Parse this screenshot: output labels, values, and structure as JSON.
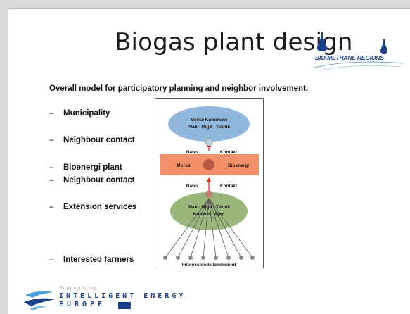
{
  "slide": {
    "title": "Biogas plant design",
    "logo_text": "BIO-METHANE REGIONS",
    "subtitle": "Overall model for participatory planning and neighbor involvement."
  },
  "list_items": [
    {
      "dash": "–",
      "label": "Municipality"
    },
    {
      "dash": "–",
      "label": "Neighbour contact"
    },
    {
      "dash": "–",
      "label": "Bioenergi plant"
    },
    {
      "dash": "–",
      "label": "Neighbour contact"
    },
    {
      "dash": "–",
      "label": "Extension services"
    },
    {
      "dash": "–",
      "label": "Interested farmers"
    }
  ],
  "diagram": {
    "top_ellipse_line1": "Morsø Kommune",
    "top_ellipse_line2": "Plan · Miljø · Teknik",
    "nabo_kontakt_1_left": "Nabo",
    "nabo_kontakt_1_right": "Kontakt",
    "plant_left": "Morsø",
    "plant_right": "Bioenergi",
    "nabo_kontakt_2_left": "Nabo",
    "nabo_kontakt_2_right": "Kontakt",
    "bottom_ellipse_line1": "Plan · Miljø · Teknik",
    "bottom_ellipse_line2": "Nordvest Agro",
    "farmers_caption": "Interesserede landmænd",
    "colors": {
      "top_ellipse": "#8fb8dc",
      "plant_band": "#f08f6a",
      "bottom_ellipse": "#9bb67a",
      "arrow": "#d9261c",
      "node": "#8a8a8a"
    }
  },
  "footer": {
    "supported_by": "Supported by",
    "line1": "INTELLIGENT ENERGY",
    "line2": "EUROPE"
  }
}
